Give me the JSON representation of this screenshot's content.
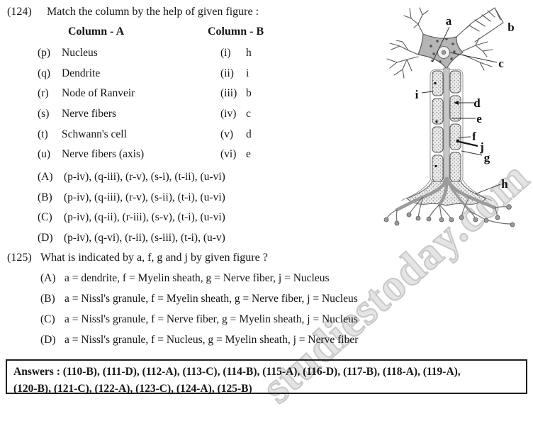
{
  "watermark": "studiestoday.com",
  "q124": {
    "number": "(124)",
    "title": "Match the column by the help of given figure :",
    "col_a": "Column - A",
    "col_b": "Column  - B",
    "rows": [
      {
        "k": "(p)",
        "a": "Nucleus",
        "bk": "(i)",
        "b": "h"
      },
      {
        "k": "(q)",
        "a": "Dendrite",
        "bk": "(ii)",
        "b": "i"
      },
      {
        "k": "(r)",
        "a": "Node of Ranveir",
        "bk": "(iii)",
        "b": "b"
      },
      {
        "k": "(s)",
        "a": "Nerve fibers",
        "bk": "(iv)",
        "b": "c"
      },
      {
        "k": "(t)",
        "a": "Schwann's cell",
        "bk": "(v)",
        "b": "d"
      },
      {
        "k": "(u)",
        "a": "Nerve fibers (axis)",
        "bk": "(vi)",
        "b": "e"
      }
    ],
    "options": [
      {
        "k": "(A)",
        "t": "(p-iv), (q-iii), (r-v), (s-i), (t-ii), (u-vi)"
      },
      {
        "k": "(B)",
        "t": "(p-iv), (q-iii), (r-v), (s-ii), (t-i), (u-vi)"
      },
      {
        "k": "(C)",
        "t": "(p-iv), (q-ii), (r-iii), (s-v), (t-i), (u-vi)"
      },
      {
        "k": "(D)",
        "t": "(p-iv), (q-vi), (r-ii), (s-iii), (t-i), (u-v)"
      }
    ]
  },
  "q125": {
    "number": "(125)",
    "title": "What is indicated by a, f, g and j by given figure ?",
    "options": [
      {
        "k": "(A)",
        "t": "a =  dendrite, f = Myelin sheath, g = Nerve fiber, j = Nucleus"
      },
      {
        "k": "(B)",
        "t": "a =  Nissl's granule, f = Myelin sheath, g = Nerve fiber, j = Nucleus"
      },
      {
        "k": "(C)",
        "t": "a =  Nissl's granule, f = Nerve fiber, g = Myelin sheath, j = Nucleus"
      },
      {
        "k": "(D)",
        "t": "a =  Nissl's granule, f = Nucleus, g = Myelin sheath, j = Nerve fiber"
      }
    ]
  },
  "answers": {
    "line1": "Answers : (110-B), (111-D), (112-A), (113-C), (114-B), (115-A), (116-D), (117-B), (118-A), (119-A),",
    "line2": "(120-B), (121-C), (122-A), (123-C), (124-A), (125-B)"
  },
  "figure": {
    "labels": {
      "a": "a",
      "b": "b",
      "c": "c",
      "d": "d",
      "e": "e",
      "f": "f",
      "g": "g",
      "h": "h",
      "i": "i",
      "j": "j"
    }
  }
}
